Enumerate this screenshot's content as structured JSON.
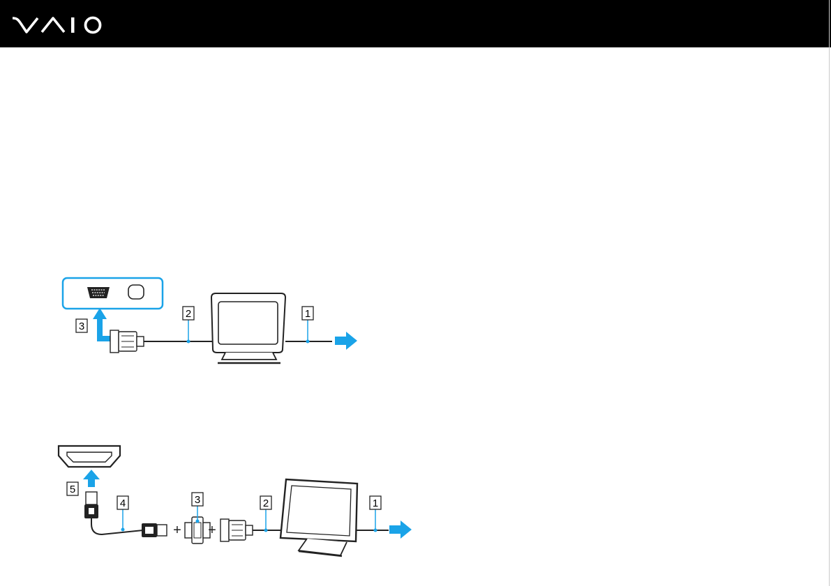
{
  "brand": {
    "logo_text": "VAIO",
    "header_color": "#000000",
    "accent_color": "#1aa3e8"
  },
  "diagram_vga": {
    "callouts": [
      "1",
      "2",
      "3"
    ],
    "icons": [
      "vga-port-icon",
      "round-port-icon",
      "vga-plug-icon",
      "crt-monitor-icon",
      "power-arrow-icon",
      "insert-arrow-icon"
    ]
  },
  "diagram_hdmi": {
    "callouts": [
      "1",
      "2",
      "3",
      "4",
      "5"
    ],
    "icons": [
      "hdmi-port-icon",
      "hdmi-plug-icon",
      "hdmi-dvi-adapter-icon",
      "dvi-plug-icon",
      "lcd-monitor-icon",
      "power-arrow-icon",
      "insert-arrow-icon"
    ],
    "plus_signs": [
      "+",
      "+"
    ]
  }
}
